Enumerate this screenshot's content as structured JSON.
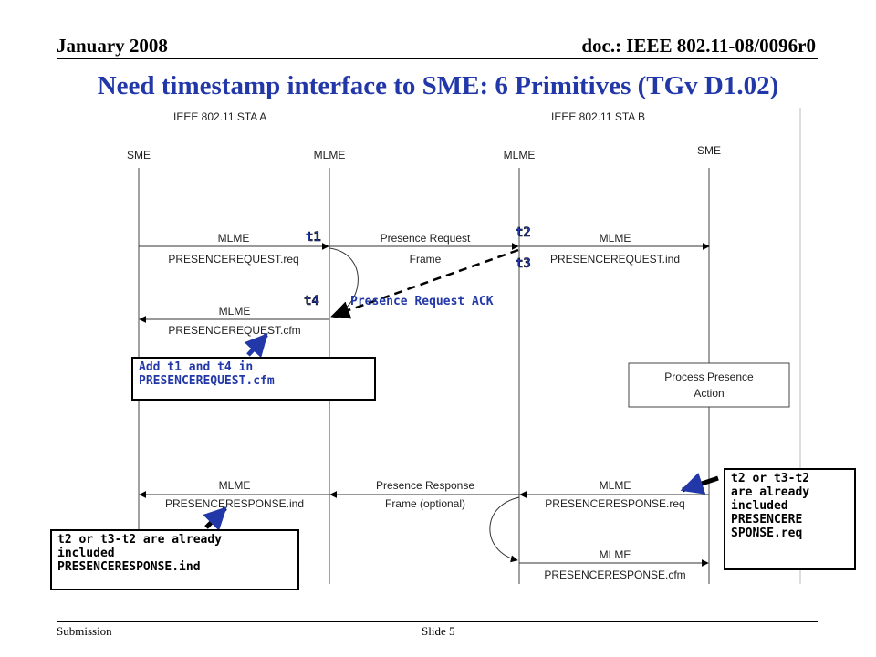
{
  "header": {
    "date": "January 2008",
    "doc": "doc.: IEEE 802.11-08/0096r0"
  },
  "title": "Need timestamp interface to SME: 6 Primitives (TGv D1.02)",
  "footer": {
    "left": "Submission",
    "slide": "Slide 5"
  },
  "diagram": {
    "sta_a": "IEEE 802.11 STA A",
    "sta_b": "IEEE 802.11 STA B",
    "lifelines": [
      "SME",
      "MLME",
      "MLME",
      "SME"
    ],
    "msg1": {
      "l1": "MLME",
      "l2": "PRESENCEREQUEST.req"
    },
    "msg2": {
      "l1": "Presence Request",
      "l2": "Frame"
    },
    "msg3": {
      "l1": "MLME",
      "l2": "PRESENCEREQUEST.ind"
    },
    "msg4": {
      "l1": "MLME",
      "l2": "PRESENCEREQUEST.cfm"
    },
    "process": {
      "l1": "Process Presence",
      "l2": "Action"
    },
    "msg5": {
      "l1": "MLME",
      "l2": "PRESENCERESPONSE.req"
    },
    "msg6": {
      "l1": "Presence Response",
      "l2": "Frame (optional)"
    },
    "msg7": {
      "l1": "MLME",
      "l2": "PRESENCERESPONSE.ind"
    },
    "msg8": {
      "l1": "MLME",
      "l2": "PRESENCERESPONSE.cfm"
    },
    "t1": "t1",
    "t2": "t2",
    "t3": "t3",
    "t4": "t4",
    "ack": "Presence Request ACK"
  },
  "notes": {
    "cfm": "Add t1 and t4 in\nPRESENCEREQUEST.cfm",
    "ind": "t2 or t3-t2 are already\nincluded\nPRESENCERESPONSE.ind",
    "req": "t2 or t3-t2\nare already\nincluded\nPRESENCERE\nSPONSE.req"
  },
  "colors": {
    "title": "#2338a8",
    "timestamps": "#2338a8",
    "pointer_arrow": "#2338a8"
  }
}
